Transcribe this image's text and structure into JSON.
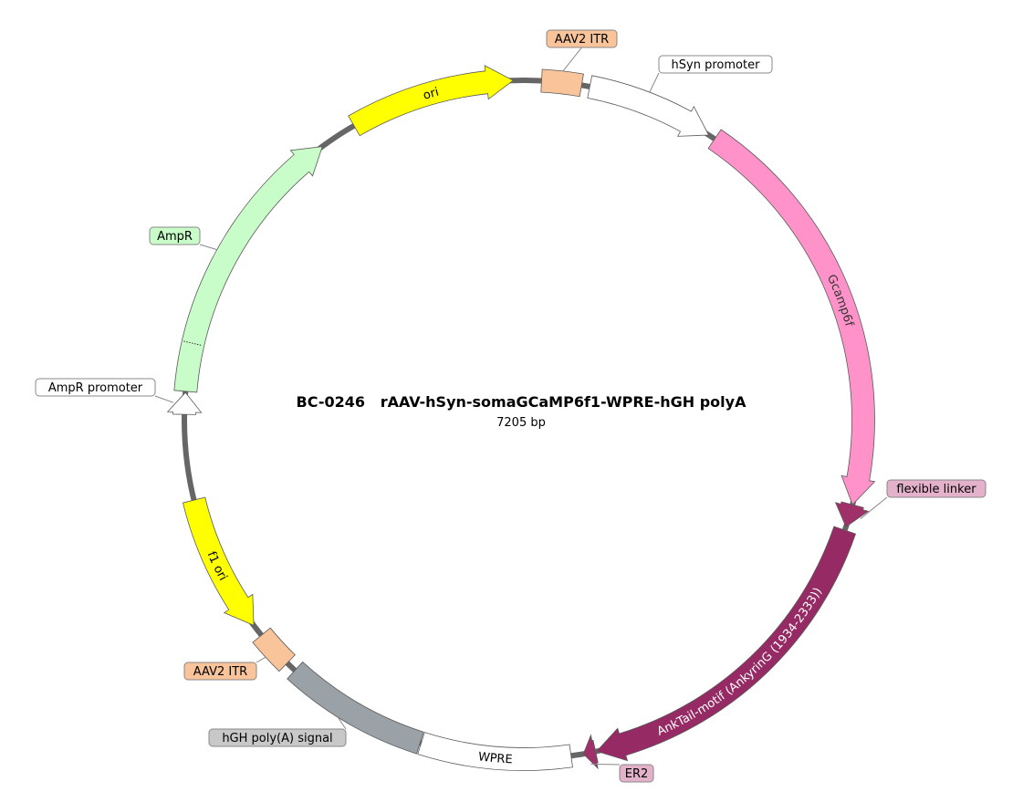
{
  "plasmid": {
    "name": "BC-0246   rAAV-hSyn-somaGCaMP6f1-WPRE-hGH polyA",
    "size_label": "7205 bp",
    "total_bp": 7205
  },
  "colors": {
    "backbone": "#666666",
    "itr": "#f9c49a",
    "promoter": "#ffffff",
    "gcamp": "#ff92c9",
    "linker": "#a0306a",
    "ank": "#962a65",
    "er2": "#a0306a",
    "wpre": "#ffffff",
    "hgh": "#9aa1a7",
    "ori": "#ffff00",
    "ampr": "#c8fcc8"
  },
  "features": [
    {
      "id": "itr-top",
      "name": "AAV2 ITR",
      "type": "box",
      "start_deg": 3.0,
      "end_deg": 9.8,
      "color": "#f9c49a",
      "inner_label": "",
      "callout": {
        "text": "AAV2 ITR",
        "fill": "#f9c49a"
      }
    },
    {
      "id": "hsyn",
      "name": "hSyn promoter",
      "type": "arrow",
      "dir": "cw",
      "start_deg": 11.2,
      "end_deg": 33.0,
      "color": "#ffffff",
      "inner_label": "",
      "callout": {
        "text": "hSyn promoter",
        "fill": "#ffffff"
      }
    },
    {
      "id": "gcamp",
      "name": "Gcamp6f",
      "type": "arrow",
      "dir": "cw",
      "start_deg": 34.2,
      "end_deg": 104.5,
      "color": "#ff92c9",
      "inner_label": "Gcamp6f",
      "inner_text_color": "#333333",
      "callout": null
    },
    {
      "id": "linker",
      "name": "flexible linker",
      "type": "arrow",
      "dir": "cw",
      "start_deg": 104.5,
      "end_deg": 108.4,
      "color": "#a0306a",
      "inner_label": "",
      "callout": {
        "text": "flexible linker",
        "fill": "#e4b1ca"
      }
    },
    {
      "id": "ank",
      "name": "AnkTail-motif (AnkyrinG (1934-2333))",
      "type": "arrow",
      "dir": "cw",
      "start_deg": 109.0,
      "end_deg": 167.6,
      "color": "#962a65",
      "inner_label": "AnkTail-motif (AnkyrinG (1934-2333))",
      "inner_text_color": "#ffffff",
      "callout": null
    },
    {
      "id": "er2",
      "name": "ER2",
      "type": "arrow",
      "dir": "cw",
      "start_deg": 167.8,
      "end_deg": 169.9,
      "color": "#a0306a",
      "inner_label": "",
      "callout": {
        "text": "ER2",
        "fill": "#e4b1ca"
      }
    },
    {
      "id": "wpre",
      "name": "WPRE",
      "type": "box",
      "start_deg": 172.0,
      "end_deg": 197.6,
      "color": "#ffffff",
      "inner_label": "WPRE",
      "inner_text_color": "#000000",
      "callout": null
    },
    {
      "id": "hgh",
      "name": "hGH poly(A) signal",
      "type": "box",
      "start_deg": 197.8,
      "end_deg": 222.4,
      "color": "#9aa1a7",
      "inner_label": "",
      "callout": {
        "text": "hGH poly(A) signal",
        "fill": "#c8c8c8"
      }
    },
    {
      "id": "itr-bottom",
      "name": "AAV2 ITR",
      "type": "box",
      "start_deg": 224.2,
      "end_deg": 230.6,
      "color": "#f9c49a",
      "inner_label": "",
      "callout": {
        "text": "AAV2 ITR",
        "fill": "#f9c49a"
      }
    },
    {
      "id": "f1ori",
      "name": "f1 ori",
      "type": "arrow",
      "dir": "ccw",
      "start_deg": 232.7,
      "end_deg": 256.3,
      "color": "#ffff00",
      "inner_label": "f1 ori",
      "inner_text_color": "#000000",
      "callout": null
    },
    {
      "id": "amppromoter",
      "name": "AmpR promoter",
      "type": "arrow",
      "dir": "cw",
      "start_deg": 270.9,
      "end_deg": 274.6,
      "color": "#ffffff",
      "inner_label": "",
      "callout": {
        "text": "AmpR promoter",
        "fill": "#ffffff"
      }
    },
    {
      "id": "ampr",
      "name": "AmpR",
      "type": "arrow",
      "dir": "cw",
      "start_deg": 274.8,
      "end_deg": 323.6,
      "color": "#c8fcc8",
      "inner_label": "",
      "callout": {
        "text": "AmpR",
        "fill": "#c8fcc8"
      }
    },
    {
      "id": "ori",
      "name": "ori",
      "type": "arrow",
      "dir": "cw",
      "start_deg": 330.0,
      "end_deg": 358.2,
      "color": "#ffff00",
      "inner_label": "ori",
      "inner_text_color": "#000000",
      "callout": null
    }
  ]
}
